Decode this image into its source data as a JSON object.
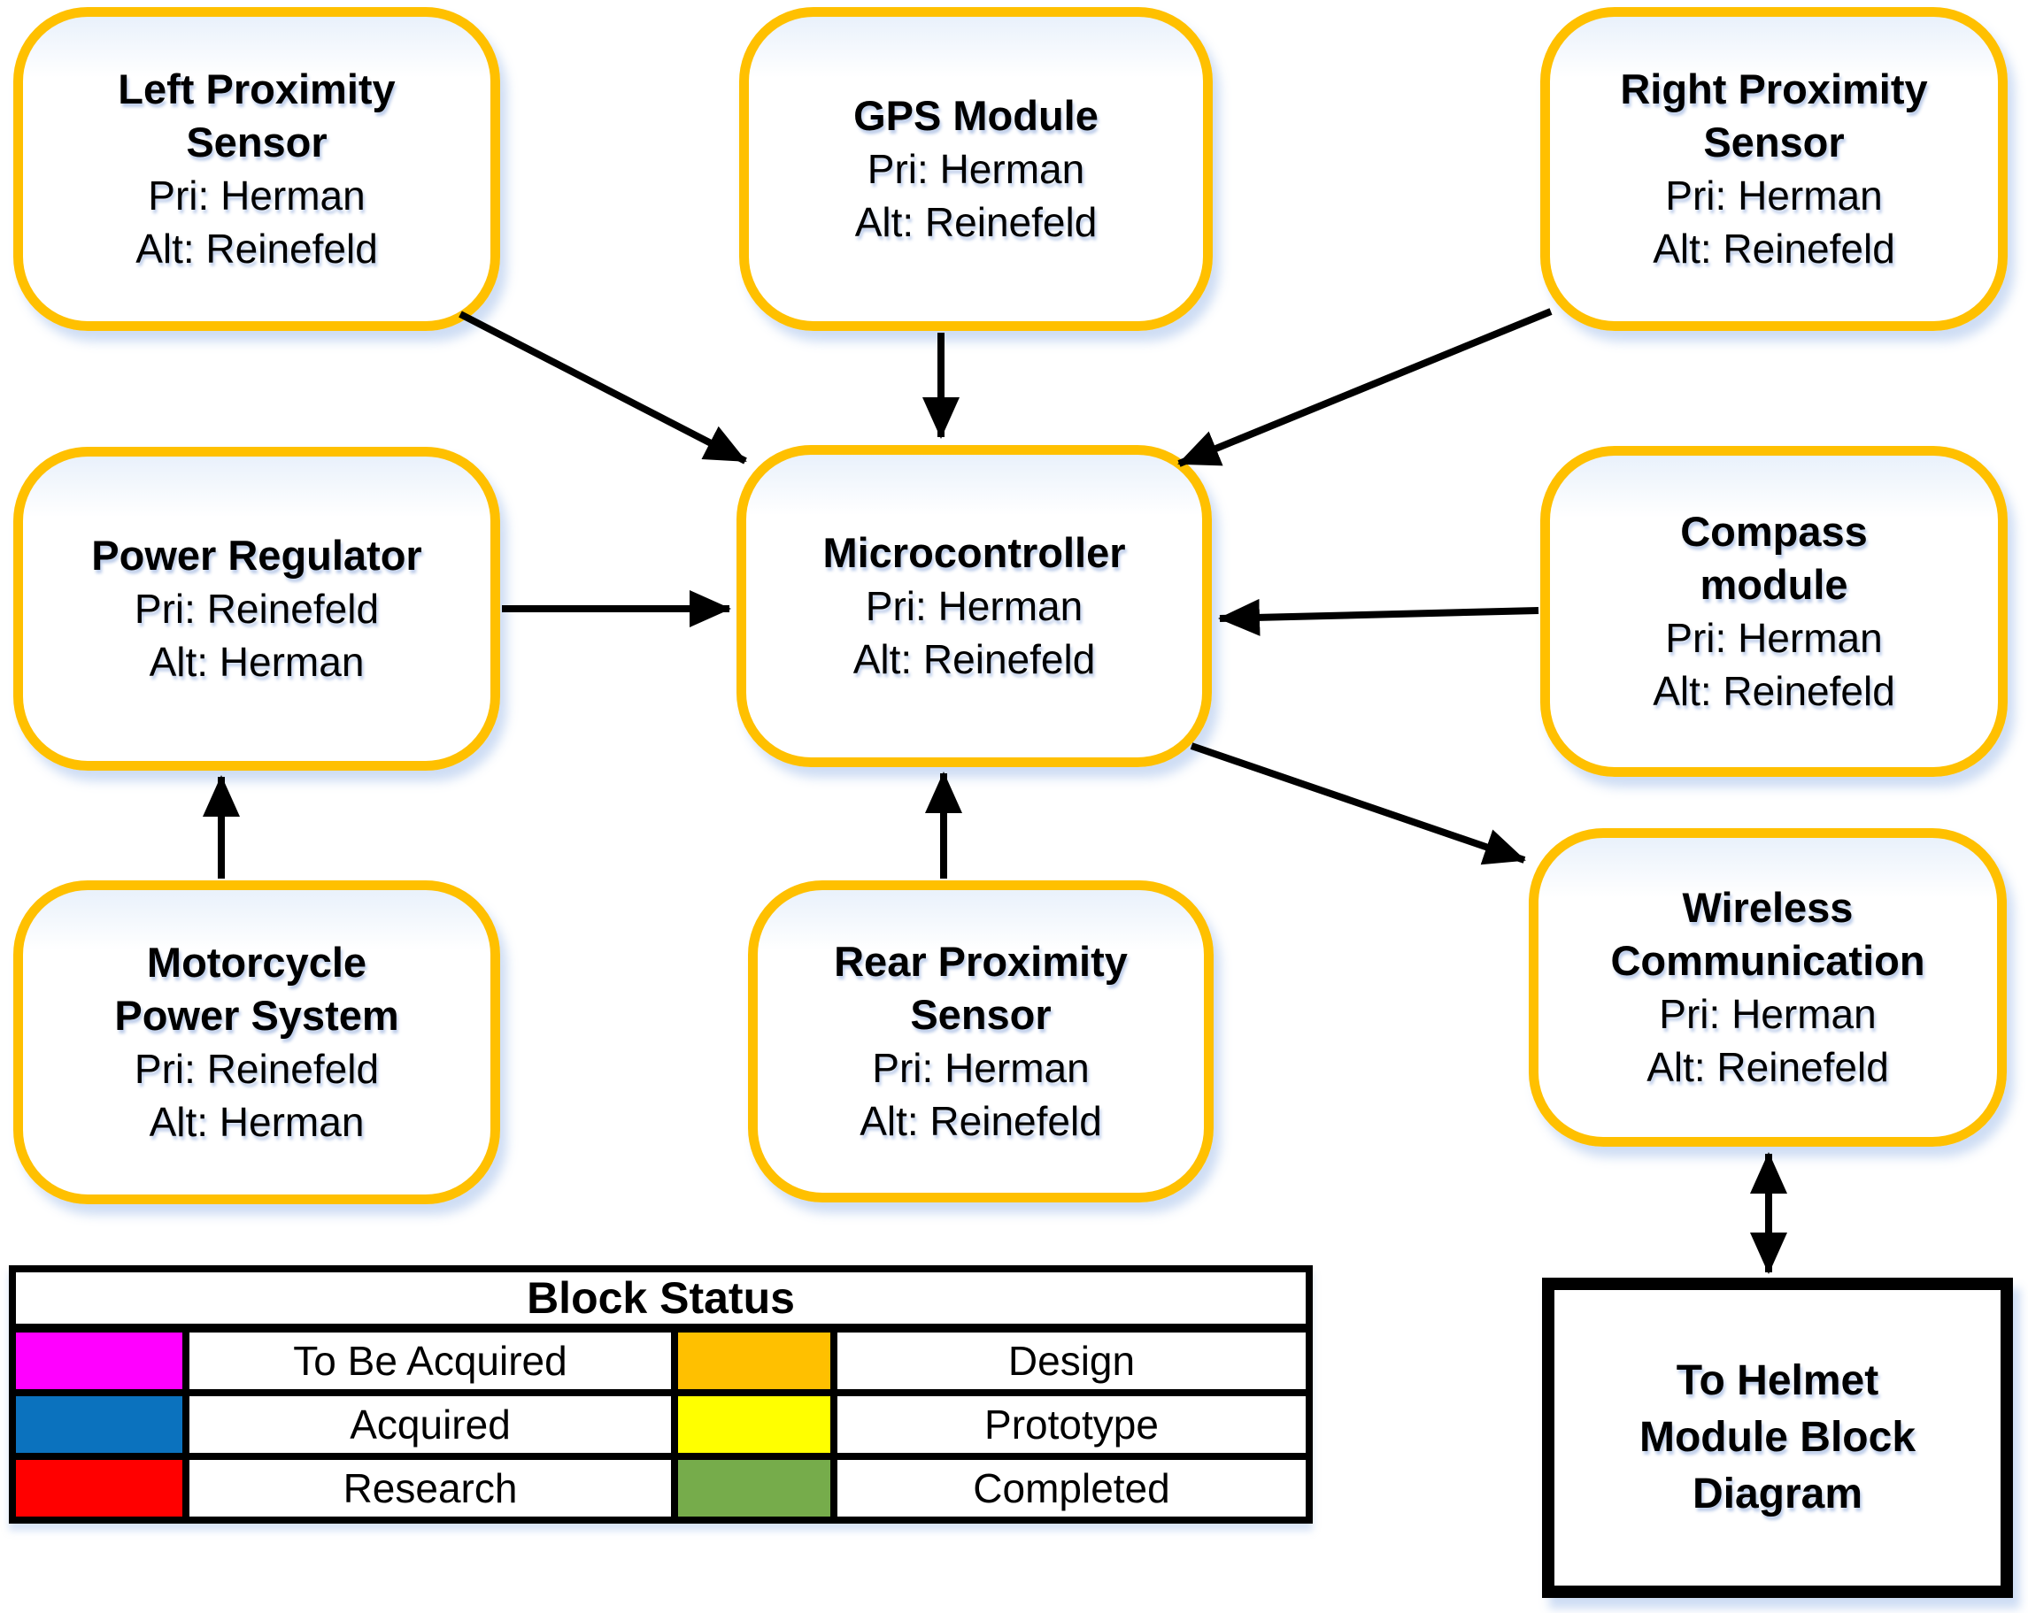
{
  "blocks": [
    {
      "title_lines": [
        "Left Proximity",
        "Sensor"
      ],
      "pri": "Pri: Herman",
      "alt": "Alt: Reinefeld"
    },
    {
      "title_lines": [
        "GPS Module"
      ],
      "pri": "Pri: Herman",
      "alt": "Alt: Reinefeld"
    },
    {
      "title_lines": [
        "Right Proximity",
        "Sensor"
      ],
      "pri": "Pri: Herman",
      "alt": "Alt: Reinefeld"
    },
    {
      "title_lines": [
        "Power Regulator"
      ],
      "pri": "Pri: Reinefeld",
      "alt": "Alt: Herman"
    },
    {
      "title_lines": [
        "Microcontroller"
      ],
      "pri": "Pri: Herman",
      "alt": "Alt: Reinefeld"
    },
    {
      "title_lines": [
        "Compass",
        "module"
      ],
      "pri": "Pri: Herman",
      "alt": "Alt: Reinefeld"
    },
    {
      "title_lines": [
        "Motorcycle",
        "Power System"
      ],
      "pri": "Pri: Reinefeld",
      "alt": "Alt: Herman"
    },
    {
      "title_lines": [
        "Rear Proximity",
        "Sensor"
      ],
      "pri": "Pri: Herman",
      "alt": "Alt: Reinefeld"
    },
    {
      "title_lines": [
        "Wireless",
        "Communication"
      ],
      "pri": "Pri: Herman",
      "alt": "Alt: Reinefeld"
    }
  ],
  "helmet_box": {
    "lines": [
      "To Helmet",
      "Module Block",
      "Diagram"
    ]
  },
  "legend": {
    "title": "Block Status",
    "rows": [
      {
        "left_color": "#FF00FF",
        "left_label": "To Be Acquired",
        "right_color": "#FFC000",
        "right_label": "Design"
      },
      {
        "left_color": "#0B72BE",
        "left_label": "Acquired",
        "right_color": "#FFFF00",
        "right_label": "Prototype"
      },
      {
        "left_color": "#FF0000",
        "left_label": "Research",
        "right_color": "#76AC4B",
        "right_label": "Completed"
      }
    ]
  },
  "colors": {
    "block_border": "#FFC000",
    "arrow": "#000000",
    "helmet_border": "#000000"
  }
}
